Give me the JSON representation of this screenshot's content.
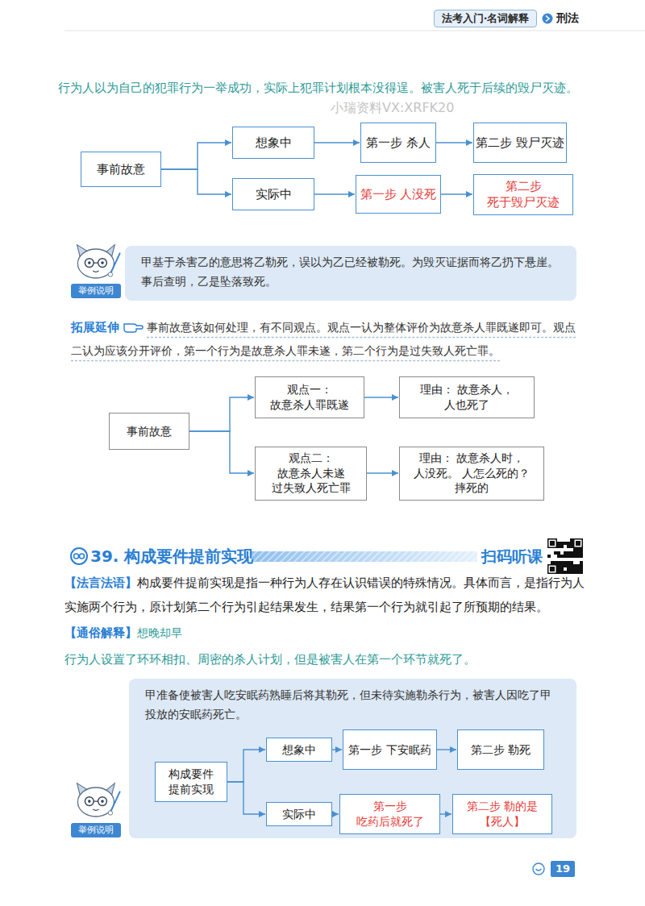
{
  "diagram": {
    "nodes": [
      {
        "text": [
          "事前故意"
        ]
      },
      {
        "text": [
          "想象中"
        ]
      },
      {
        "text": [
          "第一步 杀人"
        ]
      },
      {
        "text": [
          "第二步 毁尸灭迹"
        ]
      },
      {
        "text": [
          "实际中"
        ]
      },
      {
        "text": [
          "第一步 人没死"
        ]
      },
      {
        "text": [
          "第二步 死于毁尸灭迹"
        ]
      },
      {
        "text": [
          "甲基于杀害乙的意思将乙勒死，误以为乙已经被勒死。为毁灭证据而将乙扔下悬崖。事后查明，乙是坠落致死。"
        ]
      },
      {
        "text": [
          "事前故意"
        ]
      },
      {
        "text": [
          "观点一： 故意杀人罪既遂"
        ]
      },
      {
        "text": [
          "理由： 故意杀人，人也死了"
        ]
      },
      {
        "text": [
          "观点二： 故意杀人未遂 过失致人死亡罪"
        ]
      },
      {
        "text": [
          "理由： 故意杀人时，人没死。 人怎么死的？摔死的"
        ]
      },
      {
        "text": [
          "甲准备使被害人吃安眠药熟睡后将其勒死，但未待实施勒杀行为，被害人因吃了甲投放的安眠药死亡。"
        ]
      },
      {
        "text": [
          "构成要件 提前实现"
        ],
        "in": 13
      },
      {
        "text": [
          "想象中"
        ],
        "in": 13
      },
      {
        "text": [
          "第一步 下安眠药"
        ],
        "in": 13
      },
      {
        "text": [
          "第二步 勒死"
        ],
        "in": 13
      },
      {
        "text": [
          "实际中"
        ],
        "in": 13
      },
      {
        "text": [
          "第一步 吃药后就死了"
        ],
        "in": 13
      },
      {
        "text": [
          "第二步 勒的是【死人】"
        ],
        "in": 13
      }
    ],
    "edges": [
      {
        "from": 0,
        "to": 1,
        "arrow": "to"
      },
      {
        "from": 1,
        "to": 2,
        "arrow": "to"
      },
      {
        "from": 2,
        "to": 3,
        "arrow": "to"
      },
      {
        "from": 0,
        "to": 4,
        "arrow": "to"
      },
      {
        "from": 4,
        "to": 5,
        "arrow": "to"
      },
      {
        "from": 5,
        "to": 6,
        "arrow": "to"
      },
      {
        "from": 8,
        "to": 9,
        "arrow": "to"
      },
      {
        "from": 9,
        "to": 10,
        "arrow": "to"
      },
      {
        "from": 8,
        "to": 11,
        "arrow": "to"
      },
      {
        "from": 11,
        "to": 12,
        "arrow": "to"
      },
      {
        "from": 14,
        "to": 15,
        "arrow": "to"
      },
      {
        "from": 15,
        "to": 16,
        "arrow": "to"
      },
      {
        "from": 16,
        "to": 17,
        "arrow": "to"
      },
      {
        "from": 14,
        "to": 18,
        "arrow": "to"
      },
      {
        "from": 18,
        "to": 19,
        "arrow": "to"
      },
      {
        "from": 19,
        "to": 20,
        "arrow": "to"
      }
    ],
    "labels": [
      "法考入门·名词解释",
      "刑法",
      "行为人以为自己的犯罪行为一举成功，实际上犯罪计划根本没得逞。被害人死于后续的毁尸灭迹。",
      "小瑞资料VX:XRFK20",
      "举例说明",
      "拓展延伸",
      "事前故意该如何处理，有不同观点。观点一认为整体评价为故意杀人罪既遂即可。观点二认为应该分开评价，第一个行为是故意杀人罪未遂，第二个行为是过失致人死亡罪。",
      "39. 构成要件提前实现",
      "扫码听课",
      "【法言法语】",
      "构成要件提前实现是指一种行为人存在认识错误的特殊情况。具体而言，是指行为人实施两个行为，原计划第二个行为引起结果发生，结果第一个行为就引起了所预期的结果。",
      "【通俗解释】",
      "想晚却早",
      "行为人设置了环环相扣、周密的杀人计划，但是被害人在第一个环节就死了。",
      "举例说明",
      "19"
    ]
  }
}
